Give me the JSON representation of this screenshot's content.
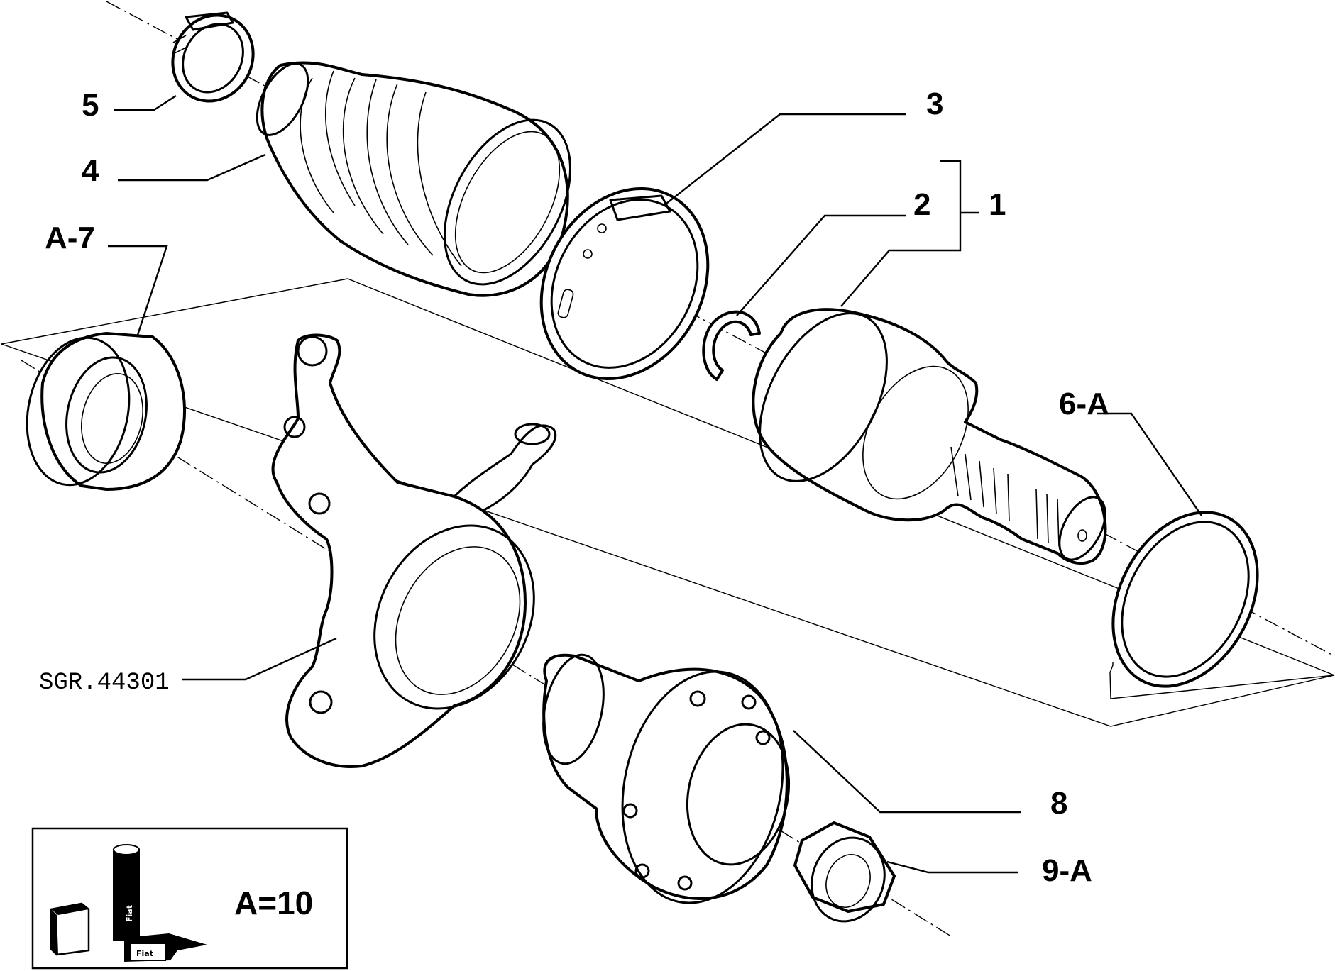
{
  "drawing_code": "SGR.44301",
  "callouts": {
    "c1": "1",
    "c2": "2",
    "c3": "3",
    "c4": "4",
    "c5": "5",
    "c6": "6-A",
    "c7": "A-7",
    "c8": "8",
    "c9": "9-A"
  },
  "legend": {
    "text": "A=10",
    "tube_label": "Fiat",
    "box_label": "Fiat"
  }
}
